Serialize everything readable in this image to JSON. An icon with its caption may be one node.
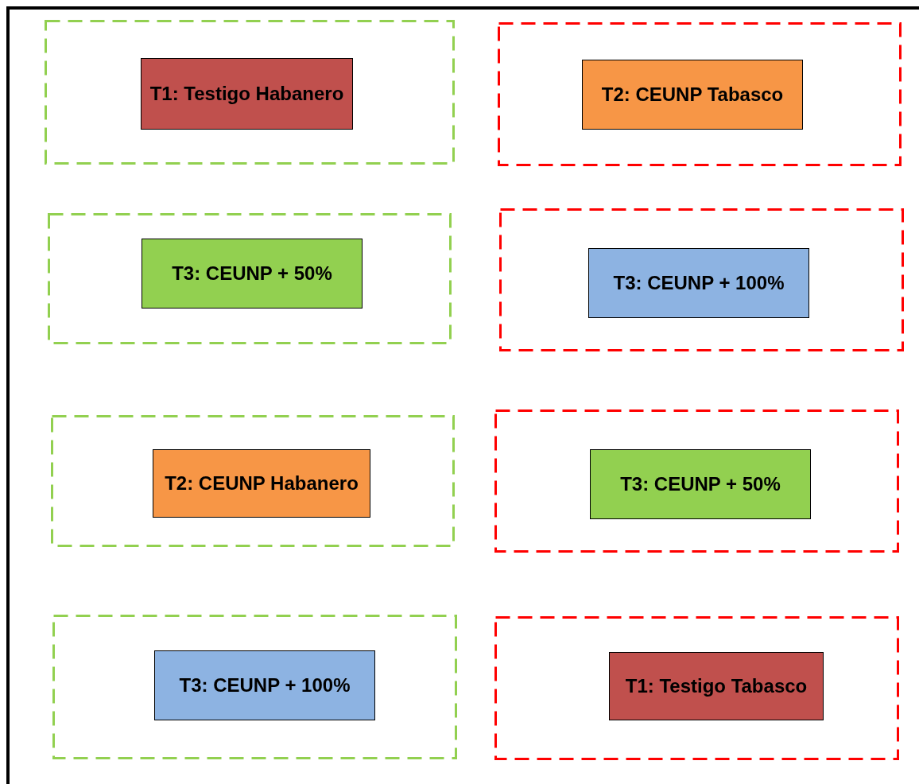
{
  "diagram": {
    "nodes": [
      {
        "text": [],
        "shape": "box"
      },
      {
        "text": [
          "T1: Testigo Habanero"
        ],
        "in": 0
      },
      {
        "text": [],
        "shape": "box"
      },
      {
        "text": [
          "T2: CEUNP Tabasco"
        ],
        "in": 2
      },
      {
        "text": [],
        "shape": "box"
      },
      {
        "text": [
          "T3: CEUNP + 50%"
        ],
        "in": 4
      },
      {
        "text": [],
        "shape": "box"
      },
      {
        "text": [
          "T3: CEUNP + 100%"
        ],
        "in": 6
      },
      {
        "text": [],
        "shape": "box"
      },
      {
        "text": [
          "T2: CEUNP Habanero"
        ],
        "in": 8
      },
      {
        "text": [],
        "shape": "box"
      },
      {
        "text": [
          "T3: CEUNP + 50%"
        ],
        "in": 10
      },
      {
        "text": [],
        "shape": "box"
      },
      {
        "text": [
          "T3: CEUNP + 100%"
        ],
        "in": 12
      },
      {
        "text": [],
        "shape": "box"
      },
      {
        "text": [
          "T1: Testigo Tabasco"
        ],
        "in": 14
      }
    ]
  }
}
